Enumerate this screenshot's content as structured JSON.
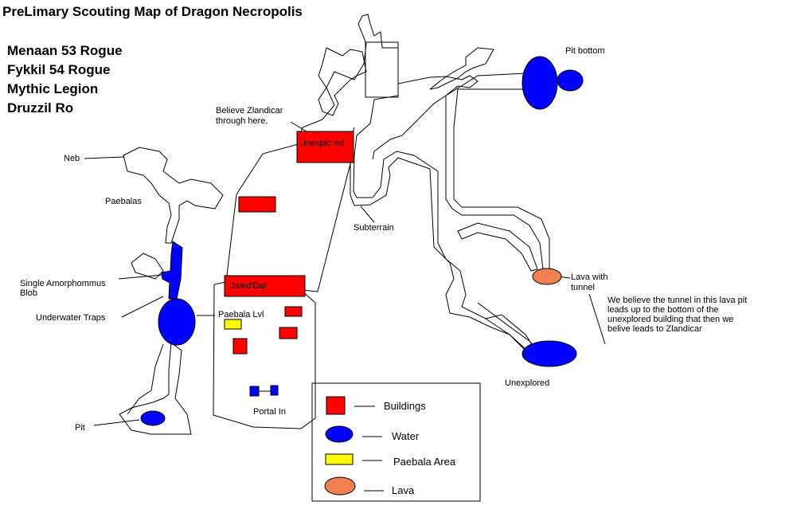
{
  "title": "PreLimary Scouting Map of Dragon Necropolis",
  "credits": [
    "Menaan 53 Rogue",
    "Fykkil 54 Rogue",
    "Mythic Legion",
    "Druzzil Ro"
  ],
  "labels": {
    "pit_bottom": "Pit bottom",
    "believe_zlandicar_1": "Believe Zlandicar",
    "believe_zlandicar_2": "through here.",
    "unexplored_building": "Unexplored",
    "neb": "Neb",
    "paebalas": "Paebalas",
    "subterrain": "Subterrain",
    "single_amorphommus_1": "Single Amorphommus",
    "single_amorphommus_2": "Blob",
    "jaled_dar": "Jaled'Dar",
    "underwater_traps": "Underwater Traps",
    "paebala_lvl": "Paebala Lvl",
    "lava_tunnel_1": "Lava with",
    "lava_tunnel_2": "tunnel",
    "unexplored_water": "Unexplored",
    "pit": "Pit",
    "portal_in": "Portal In"
  },
  "note": "We believe the tunnel in this lava pit leads up to the bottom of the unexplored building that then we belive leads to Zlandicar",
  "legend": {
    "buildings": "Buildings",
    "water": "Water",
    "paebala_area": "Paebala Area",
    "lava": "Lava"
  },
  "colors": {
    "building": "#ff0000",
    "water": "#0000ff",
    "paebala_area": "#ffff00",
    "lava": "#f08050",
    "outline": "#000000"
  }
}
